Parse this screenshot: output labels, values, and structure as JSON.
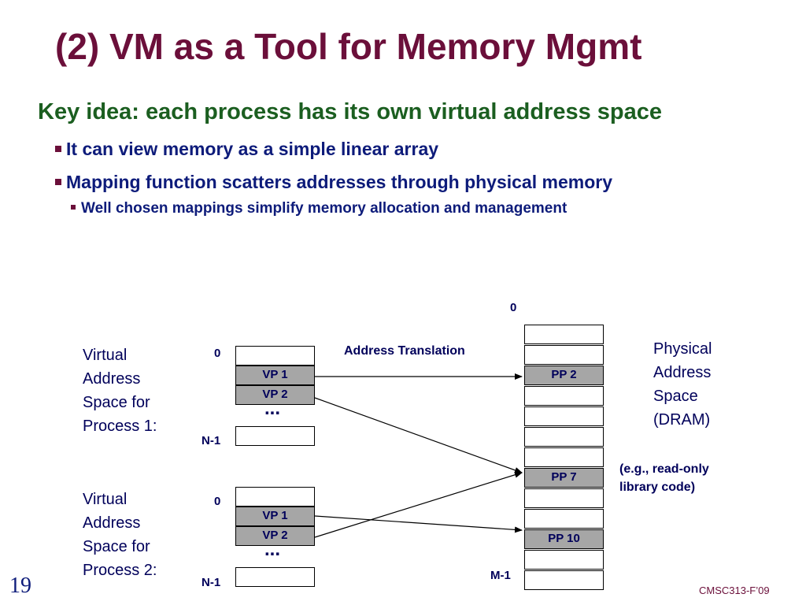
{
  "slide": {
    "title": "(2) VM as a Tool for Memory Mgmt",
    "key_idea": "Key idea: each process has its own virtual address space",
    "bullets": [
      "It can view memory as a simple linear array",
      "Mapping function scatters addresses through physical memory"
    ],
    "sub_bullet": "Well chosen mappings simplify memory allocation and management",
    "slide_number": "19",
    "footer": "CMSC313-F’09"
  },
  "diagram": {
    "process1": {
      "label_lines": [
        "Virtual",
        "Address",
        "Space for",
        "Process 1:"
      ],
      "zero": "0",
      "n1": "N-1",
      "vp1": "VP 1",
      "vp2": "VP 2",
      "dots": "..."
    },
    "process2": {
      "label_lines": [
        "Virtual",
        "Address",
        "Space for",
        "Process 2:"
      ],
      "zero": "0",
      "n1": "N-1",
      "vp1": "VP 1",
      "vp2": "VP 2",
      "dots": "..."
    },
    "translation_label": "Address Translation",
    "physical": {
      "label_lines": [
        "Physical",
        "Address",
        "Space",
        "(DRAM)"
      ],
      "zero": "0",
      "m1": "M-1",
      "pp2": "PP 2",
      "pp7": "PP 7",
      "pp10": "PP 10"
    },
    "note_lines": [
      "(e.g., read-only",
      "library code)"
    ],
    "colors": {
      "title": "#6b0f3a",
      "key_idea": "#1b5e20",
      "bullets": "#0d1b7a",
      "page_fill": "#a6a6a6"
    }
  }
}
